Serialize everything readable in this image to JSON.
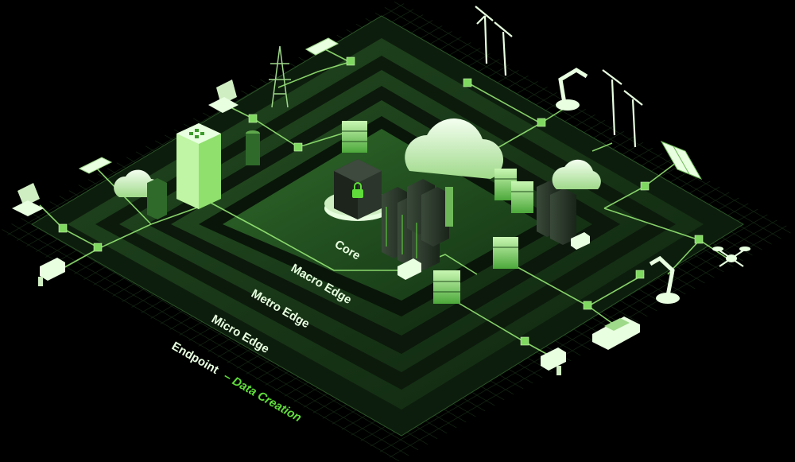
{
  "tiers": {
    "core": "Core",
    "macro_edge": "Macro Edge",
    "metro_edge": "Metro Edge",
    "micro_edge": "Micro Edge",
    "endpoint": "Endpoint",
    "endpoint_suffix": "– Data Creation"
  },
  "icons": {
    "cloud": "cloud-icon",
    "server": "server-rack-icon",
    "datacenter": "datacenter-lock-icon",
    "wind_turbine": "wind-turbine-icon",
    "solar_panel": "solar-panel-icon",
    "robot_arm": "robot-arm-icon",
    "drone": "drone-icon",
    "car": "car-icon",
    "camera": "security-camera-icon",
    "laptop": "laptop-icon",
    "phone": "phone-icon",
    "power_tower": "power-tower-icon",
    "building": "building-icon",
    "truck": "truck-icon"
  },
  "colors": {
    "background": "#000000",
    "grid": "#1f3a1f",
    "ring_dark": "#0f220f",
    "ring_mid": "#1c3d1a",
    "accent_green": "#5fdc3a",
    "line_glow": "#9cf07a",
    "label_text": "#e8ffe0"
  }
}
